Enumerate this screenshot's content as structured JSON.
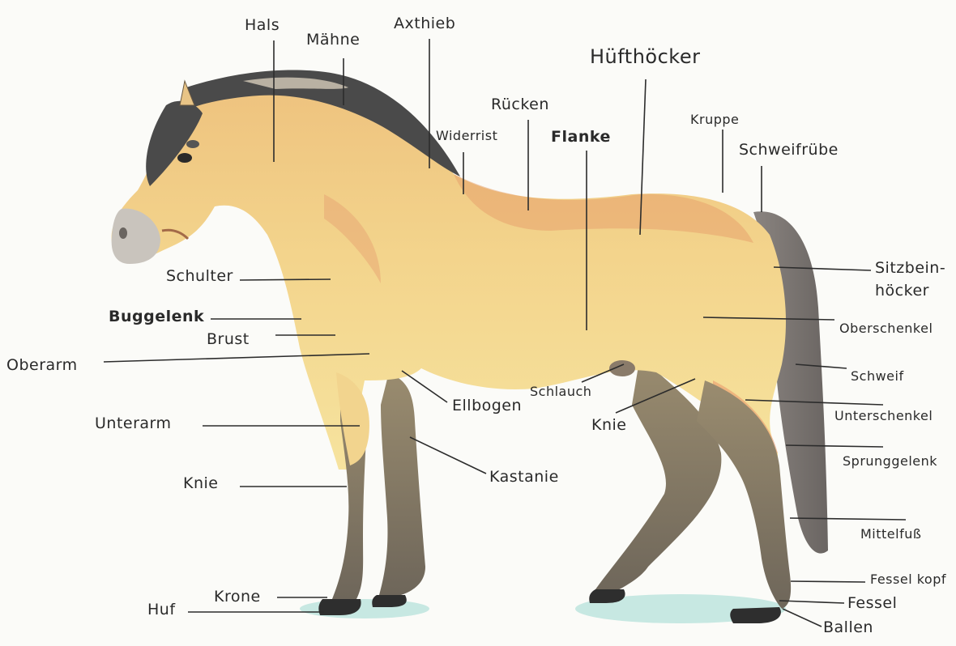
{
  "colors": {
    "coat": "#f1d38a",
    "coat_shadow": "#e3a868",
    "mane": "#4a4a4a",
    "legs": "#7b7162",
    "hoof": "#2e2e2e",
    "muzzle": "#c9c4bd",
    "ground": "#bfe3dd",
    "ink": "#2a2a2a"
  },
  "labels": {
    "hals": "Hals",
    "maehne": "Mähne",
    "axthieb": "Axthieb",
    "huefthoecker": "Hüfthöcker",
    "ruecken": "Rücken",
    "widerrist": "Widerrist",
    "flanke": "Flanke",
    "kruppe": "Kruppe",
    "schweifruebe": "Schweifrübe",
    "sitzbein_1": "Sitzbein-",
    "sitzbein_2": "höcker",
    "schulter": "Schulter",
    "buggelenk": "Buggelenk",
    "brust": "Brust",
    "oberarm": "Oberarm",
    "oberschenkel": "Oberschenkel",
    "schlauch": "Schlauch",
    "ellbogen": "Ellbogen",
    "schweif": "Schweif",
    "knie_hind": "Knie",
    "unterschenkel": "Unterschenkel",
    "unterarm": "Unterarm",
    "kastanie": "Kastanie",
    "sprunggelenk": "Sprunggelenk",
    "knie_front": "Knie",
    "mittelfuss": "Mittelfuß",
    "fesselkopf": "Fessel kopf",
    "krone": "Krone",
    "fessel": "Fessel",
    "huf": "Huf",
    "ballen": "Ballen"
  }
}
